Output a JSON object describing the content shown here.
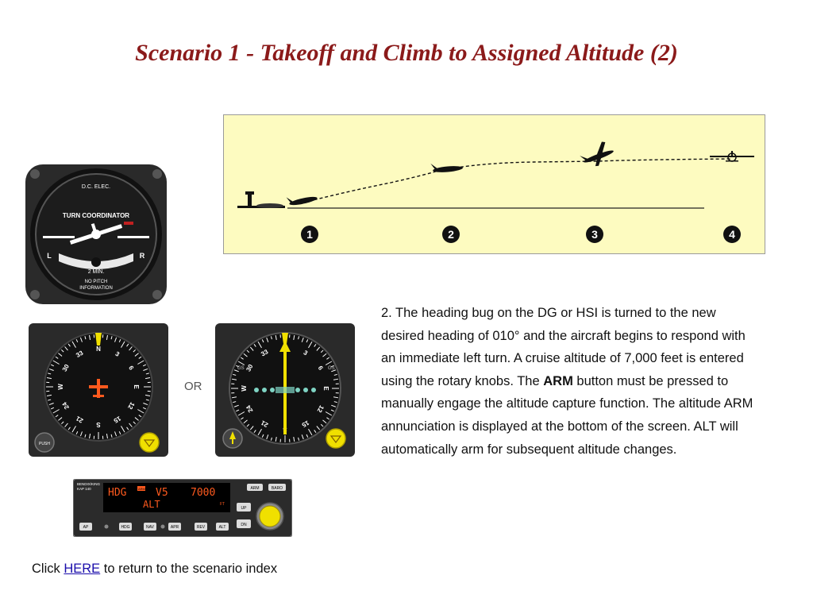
{
  "title": "Scenario 1 - Takeoff and Climb to Assigned Altitude (2)",
  "flight_profile": {
    "markers": [
      "1",
      "2",
      "3",
      "4"
    ]
  },
  "turn_coordinator": {
    "header": "D.C. ELEC.",
    "name": "TURN COORDINATOR",
    "left": "L",
    "right": "R",
    "rate": "2 MIN.",
    "note_line1": "NO PITCH",
    "note_line2": "INFORMATION"
  },
  "dg": {
    "push_label": "PUSH",
    "compass": [
      "N",
      "3",
      "6",
      "E",
      "12",
      "15",
      "S",
      "21",
      "24",
      "W",
      "30",
      "33"
    ]
  },
  "or_label": "OR",
  "hsi": {
    "compass": [
      "N",
      "3",
      "6",
      "E",
      "12",
      "15",
      "S",
      "21",
      "24",
      "W",
      "30",
      "33"
    ],
    "gs_label": "GS"
  },
  "autopilot": {
    "brand": "BENDIX/KING",
    "model": "KAP 140",
    "display_row1": [
      "HDG",
      "V5",
      "7000"
    ],
    "display_row2": [
      "ALT"
    ],
    "units": "FT",
    "arm_mini": "ARM",
    "arm_button": "ARM",
    "baro_button": "BARO",
    "up_button": "UP",
    "dn_button": "DN",
    "buttons": [
      "AP",
      "HDG",
      "NAV",
      "APR",
      "REV",
      "ALT"
    ]
  },
  "description": {
    "part1": "2. The heading bug on the DG or HSI is turned to the new desired heading of 010° and the aircraft begins to respond with an immediate left turn. A cruise altitude of 7,000 feet is entered using the rotary knobs. The ",
    "bold": "ARM",
    "part2": " button must be pressed to manually engage the altitude capture function. The altitude ARM annunciation is displayed at the bottom of the screen.  ALT will automatically arm for subsequent altitude changes."
  },
  "footer": {
    "prefix": "Click ",
    "link": "HERE",
    "suffix": " to return to the scenario index"
  },
  "colors": {
    "title": "#8b1a1a",
    "profile_bg": "#fdfbc0",
    "display_amber": "#ff5a1e",
    "bug_yellow": "#f0e000",
    "link": "#1a0dab"
  }
}
